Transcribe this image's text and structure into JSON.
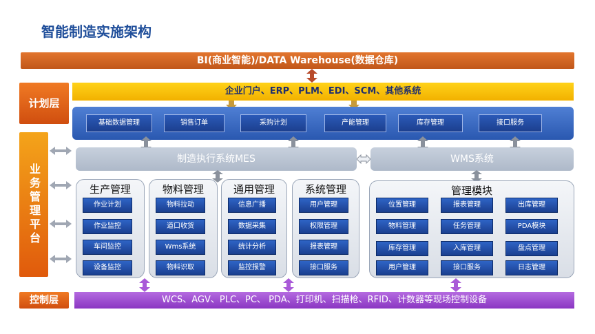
{
  "title": "智能制造实施架构",
  "bi_bar": "BI(商业智能)/DATA Warehouse(数据仓库)",
  "layers": {
    "plan": "计划层",
    "business": "业务管理平台",
    "control": "控制层"
  },
  "portal_bar": "企业门户、ERP、PLM、EDI、SCM、其他系统",
  "top_chips": [
    "基础数据管理",
    "销售订单",
    "采购计划",
    "产能管理",
    "库存管理",
    "接口服务"
  ],
  "mes_bar": "制造执行系统MES",
  "wms_bar": "WMS系统",
  "modules": [
    {
      "title": "生产管理",
      "items": [
        "作业计划",
        "作业监控",
        "车间监控",
        "设备监控"
      ]
    },
    {
      "title": "物料管理",
      "items": [
        "物料拉动",
        "道口收货",
        "Wms系统",
        "物料识取"
      ]
    },
    {
      "title": "通用管理",
      "items": [
        "信息广播",
        "数据采集",
        "统计分析",
        "监控报警"
      ]
    },
    {
      "title": "系统管理",
      "items": [
        "用户管理",
        "权限管理",
        "报表管理",
        "接口服务"
      ]
    }
  ],
  "wms_module": {
    "title": "管理模块",
    "items": [
      "位置管理",
      "报表管理",
      "出库管理",
      "物料管理",
      "任务管理",
      "PDA模块",
      "库存管理",
      "入库管理",
      "盘点管理",
      "用户管理",
      "接口服务",
      "日志管理"
    ]
  },
  "control_bar": "WCS、AGV、PLC、PC、 PDA、打印机、扫描枪、RFID、计数器等现场控制设备",
  "colors": {
    "title": "#1f4e9a",
    "bi": "#d2631f",
    "portal": "#f5bb00",
    "blue": "#2a58b0",
    "control": "#9a46cf"
  }
}
